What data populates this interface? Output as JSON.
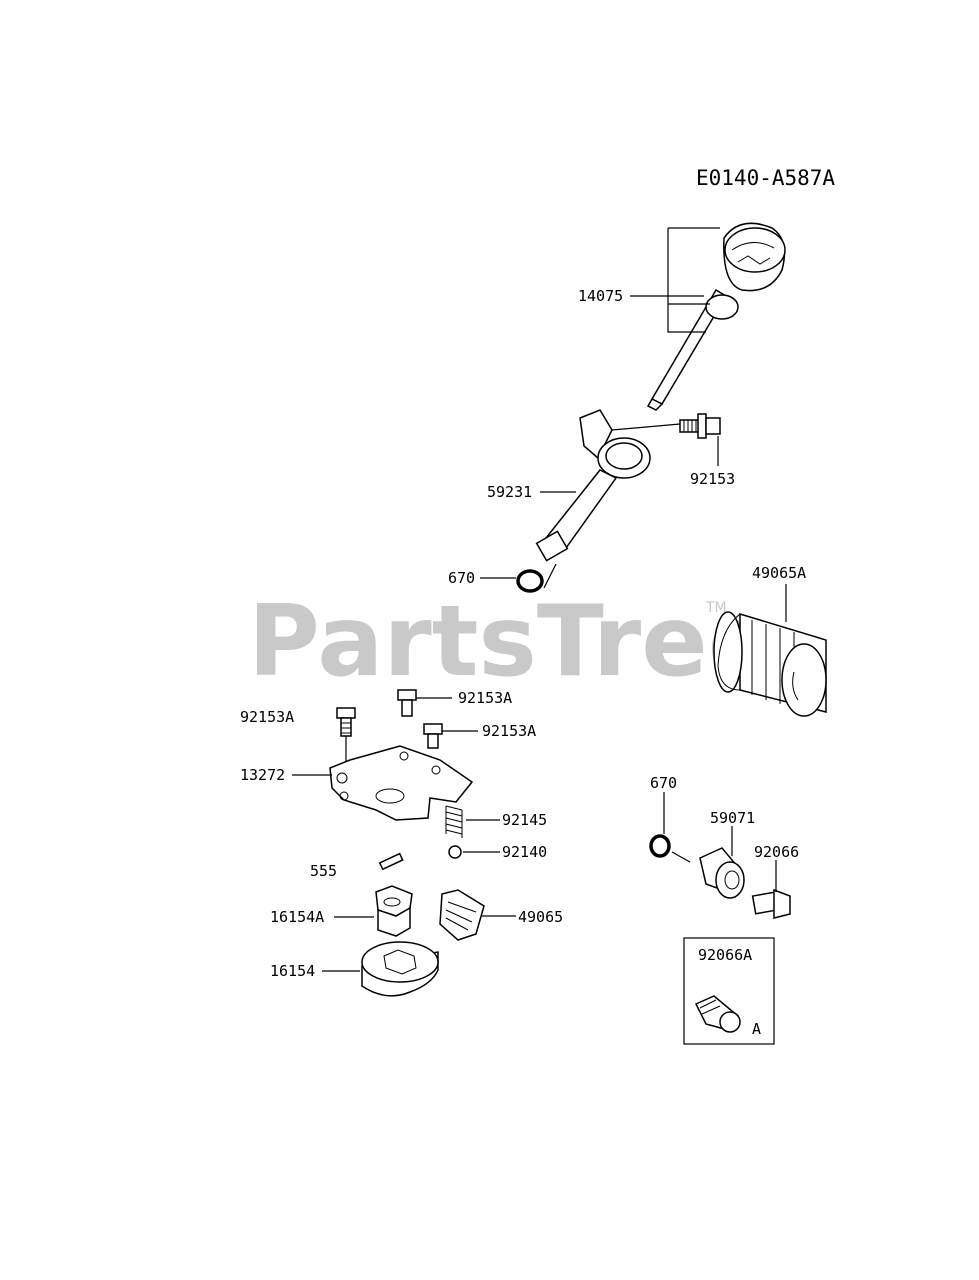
{
  "diagram_code": "E0140-A587A",
  "watermark": {
    "text": "PartsTree",
    "trademark": "TM"
  },
  "callouts": {
    "c14075": "14075",
    "c92153": "92153",
    "c59231": "59231",
    "c670_top": "670",
    "c49065A": "49065A",
    "c92153A_left": "92153A",
    "c92153A_top": "92153A",
    "c92153A_right": "92153A",
    "c13272": "13272",
    "c92145": "92145",
    "c92140": "92140",
    "c555": "555",
    "c16154A": "16154A",
    "c49065": "49065",
    "c16154": "16154",
    "c670_right": "670",
    "c59071": "59071",
    "c92066": "92066",
    "c92066A": "92066A",
    "inset_ref": "A"
  }
}
